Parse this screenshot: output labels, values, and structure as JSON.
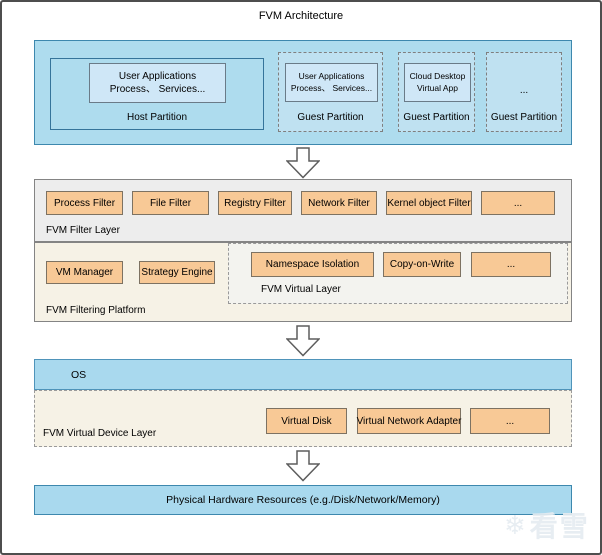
{
  "title": "FVM Architecture",
  "partitions": {
    "host": {
      "label": "Host Partition",
      "app_line1": "User Applications",
      "app_line2": "Process、 Services..."
    },
    "guests": [
      {
        "label": "Guest Partition",
        "content_line1": "User Applications",
        "content_line2": "Process、 Services..."
      },
      {
        "label": "Guest Partition",
        "content_line1": "Cloud Desktop",
        "content_line2": "Virtual App"
      },
      {
        "label": "Guest Partition",
        "content": "..."
      }
    ]
  },
  "filter_layer": {
    "label": "FVM Filter Layer",
    "filters": [
      "Process Filter",
      "File Filter",
      "Registry Filter",
      "Network Filter",
      "Kernel object Filter",
      "..."
    ]
  },
  "filtering_platform": {
    "label": "FVM Filtering Platform",
    "components": [
      "VM Manager",
      "Strategy Engine"
    ],
    "virtual_layer": {
      "label": "FVM Virtual Layer",
      "components": [
        "Namespace Isolation",
        "Copy-on-Write",
        "..."
      ]
    }
  },
  "os": {
    "label": "OS"
  },
  "virtual_device_layer": {
    "label": "FVM Virtual Device Layer",
    "devices": [
      "Virtual Disk",
      "Virtual Network Adapter",
      "..."
    ]
  },
  "hardware": {
    "label": "Physical Hardware Resources (e.g./Disk/Network/Memory)"
  },
  "watermark": {
    "text": "看雪",
    "icon_glyph": "❄"
  },
  "colors": {
    "blue_fill": "#aedcee",
    "blue_border": "#3d88ae",
    "inner_blue_fill": "#cfe7f7",
    "orange_fill": "#f8c996",
    "orange_border": "#7d7262",
    "gray_fill": "#ededed",
    "cream_fill": "#f6f2e6",
    "frame_border": "#4e4e4e"
  }
}
